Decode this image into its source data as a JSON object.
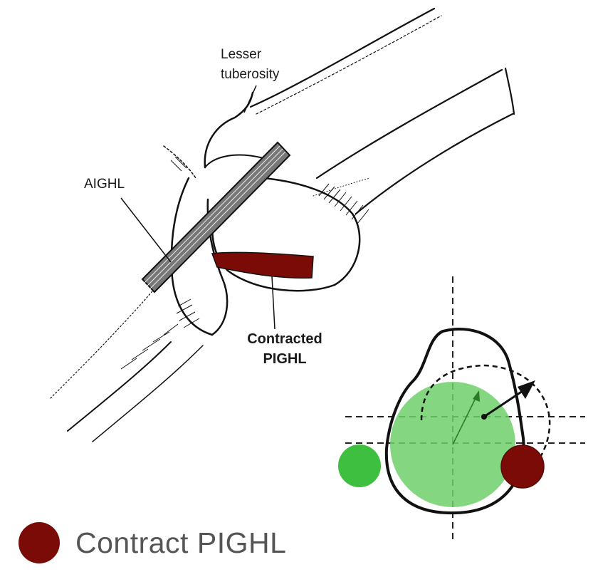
{
  "labels": {
    "lesser_tuberosity_line1": "Lesser",
    "lesser_tuberosity_line2": "tuberosity",
    "aighl": "AIGHL",
    "contracted_line1": "Contracted",
    "contracted_line2": "PIGHL"
  },
  "legend": {
    "text": "Contract PIGHL",
    "color": "#7a0b06"
  },
  "colors": {
    "pighl": "#7a0b06",
    "head_fill": "#6fcf6a",
    "small_green": "#3fbf3f",
    "ink": "#111111"
  }
}
